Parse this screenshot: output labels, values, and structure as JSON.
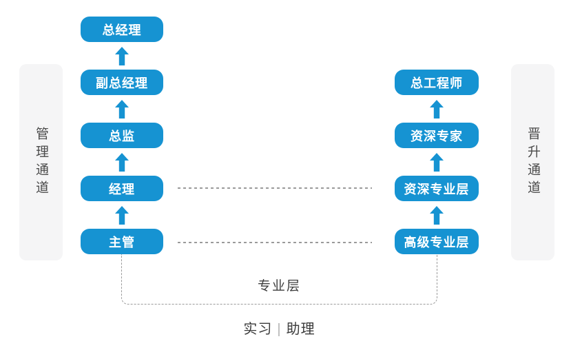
{
  "colors": {
    "accent_blue": "#1693d2",
    "panel_bg": "#f5f5f6",
    "dash_gray": "#9a9a9a",
    "node_text": "#ffffff",
    "label_text": "#3e3e3e"
  },
  "panels": {
    "left_label": "管理通道",
    "right_label": "晋升通道"
  },
  "management_track": [
    "总经理",
    "副总经理",
    "总监",
    "经理",
    "主管"
  ],
  "professional_track": [
    "总工程师",
    "资深专家",
    "资深专业层",
    "高级专业层"
  ],
  "bottom": {
    "bracket_label": "专业层",
    "entry_left": "实习",
    "entry_divider": "|",
    "entry_right": "助理"
  }
}
